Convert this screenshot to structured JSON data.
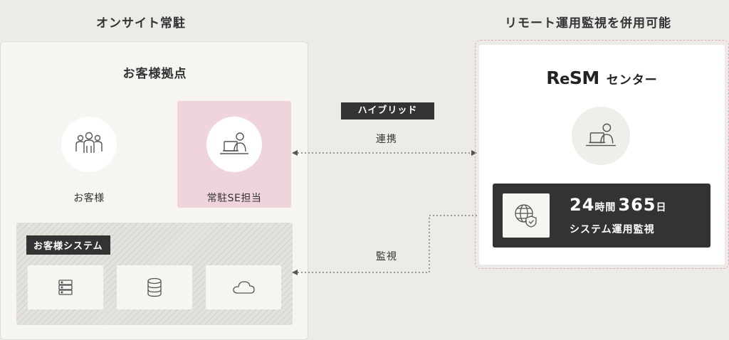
{
  "headings": {
    "left": "オンサイト常駐",
    "right": "リモート運用監視を併用可能"
  },
  "customer_site": {
    "title": "お客様拠点",
    "customer_label": "お客様",
    "se_label": "常駐SE担当",
    "system_label": "お客様システム"
  },
  "connection": {
    "hybrid_tag": "ハイブリッド",
    "link_label": "連携",
    "monitor_label": "監視"
  },
  "resm_center": {
    "logo_r": "R",
    "logo_e": "e",
    "logo_sm": "SM",
    "center_label": "センター",
    "hours_num": "24",
    "hours_unit": "時間",
    "days_num": "365",
    "days_unit": "日",
    "service_label": "システム運用監視"
  },
  "colors": {
    "accent_pink": "#efd4dc",
    "dark": "#333333",
    "dashed_border": "#e6a9b3"
  },
  "icons": [
    "group-icon",
    "person-laptop-icon",
    "server-icon",
    "database-icon",
    "cloud-icon",
    "globe-shield-icon"
  ]
}
